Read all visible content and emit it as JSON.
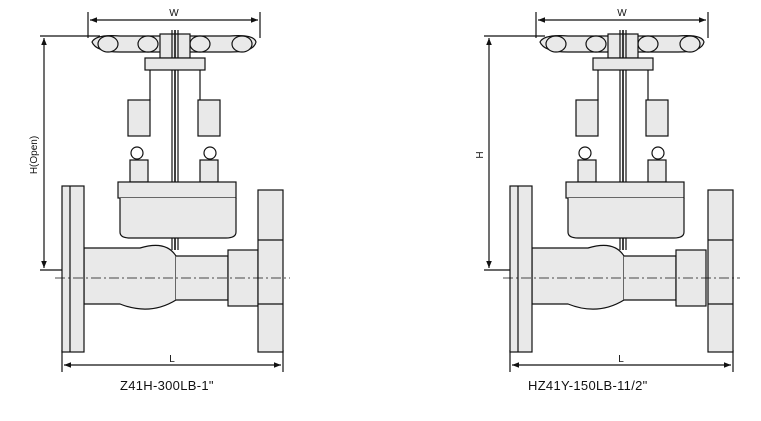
{
  "valves": [
    {
      "caption": "Z41H-300LB-1\"",
      "dimensions": {
        "width_label": "W",
        "height_label": "H(Open)",
        "length_label": "L"
      }
    },
    {
      "caption": "HZ41Y-150LB-11/2\"",
      "dimensions": {
        "width_label": "W",
        "height_label": "H",
        "length_label": "L"
      }
    }
  ],
  "colors": {
    "line": "#111111",
    "fill": "#e9e9e9",
    "background": "#ffffff"
  }
}
